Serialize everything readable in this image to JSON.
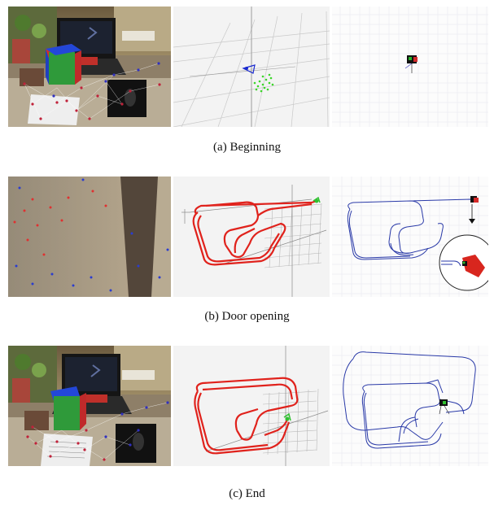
{
  "figure": {
    "rows": [
      {
        "label": "(a)",
        "text": "Beginning"
      },
      {
        "label": "(b)",
        "text": "Door opening"
      },
      {
        "label": "(c)",
        "text": "End"
      }
    ]
  }
}
